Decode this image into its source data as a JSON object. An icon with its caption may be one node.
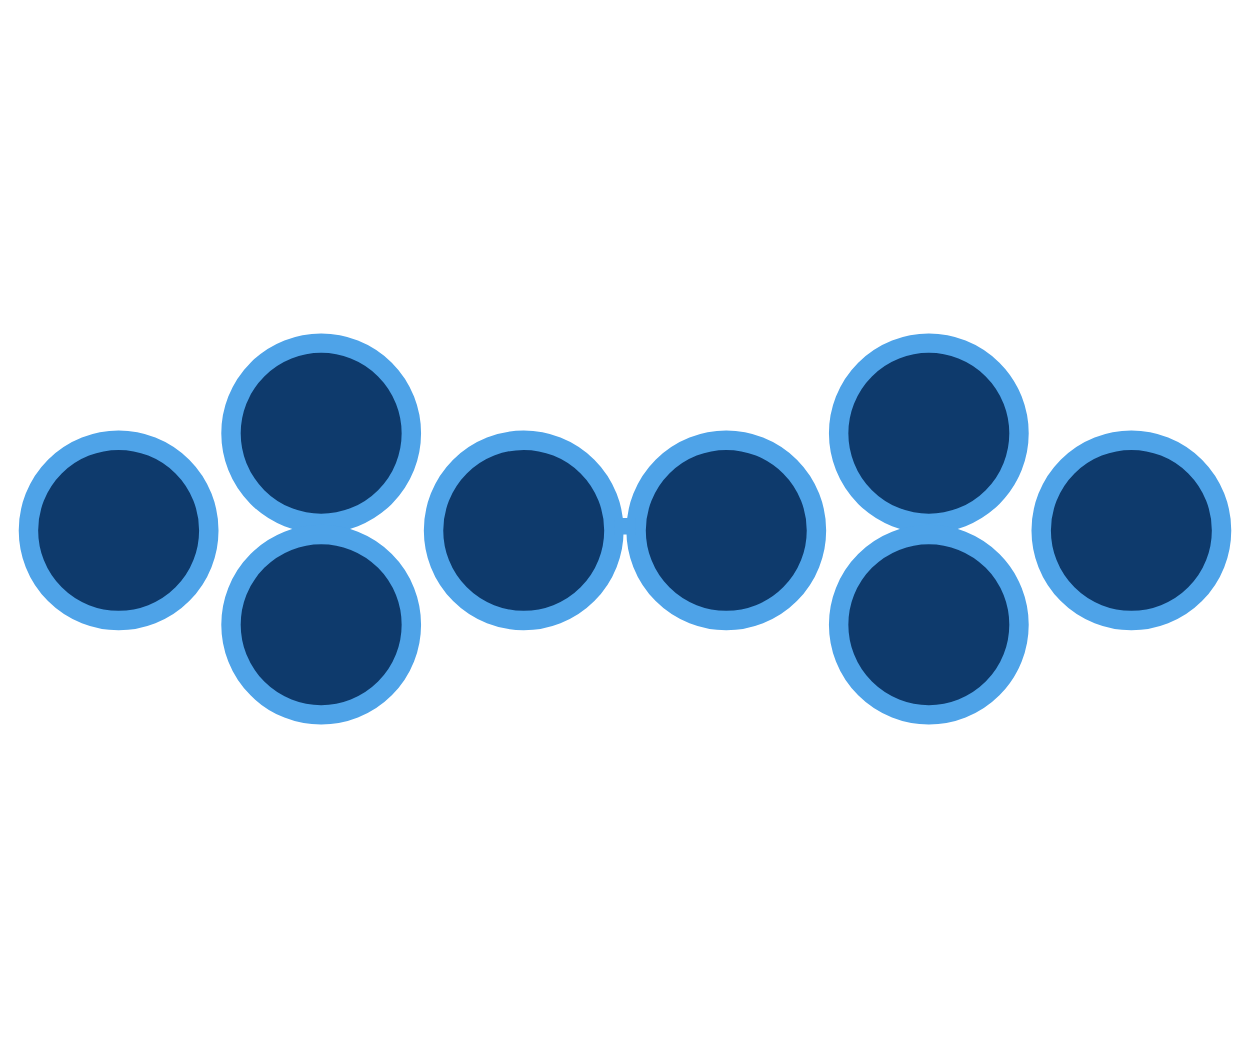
{
  "diagram": {
    "nodes": [
      {
        "text": [],
        "shape": "circle"
      },
      {
        "text": [],
        "shape": "circle"
      },
      {
        "text": [],
        "shape": "circle"
      },
      {
        "text": [],
        "shape": "circle"
      },
      {
        "text": [],
        "shape": "circle"
      },
      {
        "text": [],
        "shape": "circle"
      },
      {
        "text": [],
        "shape": "circle"
      },
      {
        "text": [],
        "shape": "circle"
      }
    ],
    "edges": [
      {
        "from": 3,
        "to": 4,
        "arrow": "none"
      }
    ]
  }
}
